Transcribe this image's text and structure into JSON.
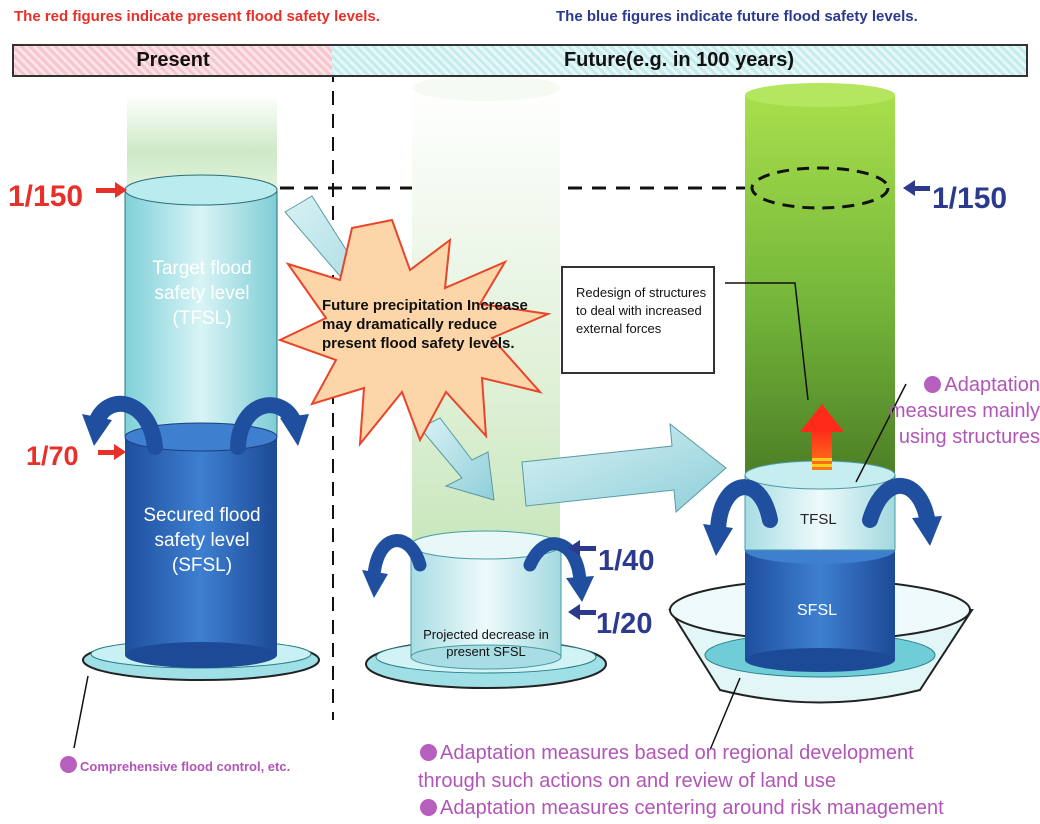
{
  "header": {
    "present_note": "The red figures indicate present flood safety levels.",
    "future_note": "The blue figures indicate future flood safety levels."
  },
  "bands": {
    "present": "Present",
    "future": "Future(e.g. in 100 years)"
  },
  "present_column": {
    "tfsl_ratio": "1/150",
    "sfsl_ratio": "1/70",
    "target_label": "Target flood safety level (TFSL)",
    "secured_label": "Secured flood safety level (SFSL)"
  },
  "middle_column": {
    "burst_text": "Future precipitation Increase may dramatically reduce present flood safety levels.",
    "projected_label": "Projected decrease in present SFSL",
    "ratio_upper": "1/40",
    "ratio_lower": "1/20"
  },
  "right_column": {
    "tfsl_ratio": "1/150",
    "callout": "Redesign of structures to deal with increased external forces",
    "adaptation_structures": "Adaptation measures mainly using structures",
    "tfsl_short": "TFSL",
    "sfsl_short": "SFSL"
  },
  "footnotes": {
    "comprehensive": "Comprehensive flood control, etc.",
    "regional_line1": "Adaptation measures based on regional development",
    "regional_line2": "through such actions on and review of land use",
    "risk_management": "Adaptation measures centering around risk management"
  },
  "colors": {
    "red_figures": "#e8302a",
    "blue_figures": "#2b3a8c",
    "purple_notes": "#b255b8"
  }
}
